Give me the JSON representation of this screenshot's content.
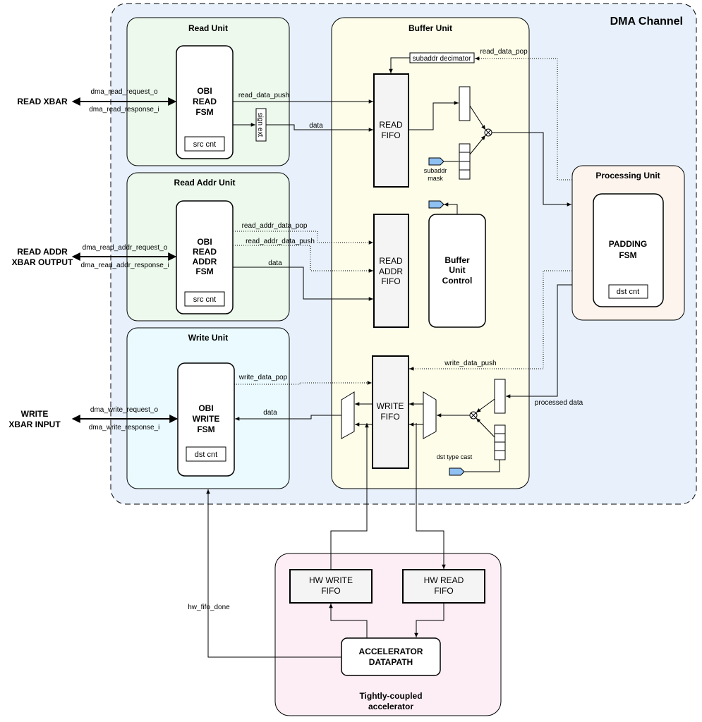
{
  "title": "DMA Channel",
  "units": {
    "read": "Read Unit",
    "read_addr": "Read Addr Unit",
    "write": "Write Unit",
    "buffer": "Buffer Unit",
    "processing": "Processing Unit"
  },
  "fsm": {
    "read": [
      "OBI",
      "READ",
      "FSM"
    ],
    "read_addr": [
      "OBI",
      "READ",
      "ADDR",
      "FSM"
    ],
    "write": [
      "OBI",
      "WRITE",
      "FSM"
    ],
    "padding": [
      "PADDING",
      "FSM"
    ],
    "buffer_ctrl": [
      "Buffer",
      "Unit",
      "Control"
    ]
  },
  "counters": {
    "read": "src cnt",
    "read_addr": "src cnt",
    "write": "dst cnt",
    "padding": "dst cnt"
  },
  "fifos": {
    "read": [
      "READ",
      "FIFO"
    ],
    "read_addr": [
      "READ",
      "ADDR",
      "FIFO"
    ],
    "write": [
      "WRITE",
      "FIFO"
    ],
    "hw_write": [
      "HW WRITE",
      "FIFO"
    ],
    "hw_read": [
      "HW READ",
      "FIFO"
    ]
  },
  "external": {
    "read_xbar": "READ XBAR",
    "read_addr_xbar": [
      "READ ADDR",
      "XBAR OUTPUT"
    ],
    "write_xbar": [
      "WRITE",
      "XBAR INPUT"
    ]
  },
  "signals": {
    "dma_read_request_o": "dma_read_request_o",
    "dma_read_response_i": "dma_read_response_i",
    "dma_read_addr_request_o": "dma_read_addr_request_o",
    "dma_read_addr_response_i": "dma_read_addr_response_i",
    "dma_write_request_o": "dma_write_request_o",
    "dma_write_response_i": "dma_write_response_i",
    "read_data_push": "read_data_push",
    "data": "data",
    "sign_ext": "sign ext",
    "read_data_pop": "read_data_pop",
    "subaddr_decimator": "subaddr decimator",
    "subaddr_mask": [
      "subaddr",
      "mask"
    ],
    "read_addr_data_pop": "read_addr_data_pop",
    "read_addr_data_push": "read_addr_data_push",
    "write_data_pop": "write_data_pop",
    "write_data_push": "write_data_push",
    "processed_data": "processed data",
    "dst_type_cast": "dst type cast",
    "hw_fifo_done": "hw_fifo_done"
  },
  "accelerator": {
    "datapath": [
      "ACCELERATOR",
      "DATAPATH"
    ],
    "label": [
      "Tightly-coupled",
      "accelerator"
    ]
  },
  "colors": {
    "dma_bg": "#e8f1fb",
    "read_unit": "#ecf9ec",
    "read_addr_unit": "#ecf9ec",
    "write_unit": "#eafaff",
    "buffer_unit": "#fdfdea",
    "processing_unit": "#fdf4ee",
    "accelerator": "#fdeef5",
    "fifo": "#f4f4f4",
    "indicator": "#8fc1f2"
  }
}
